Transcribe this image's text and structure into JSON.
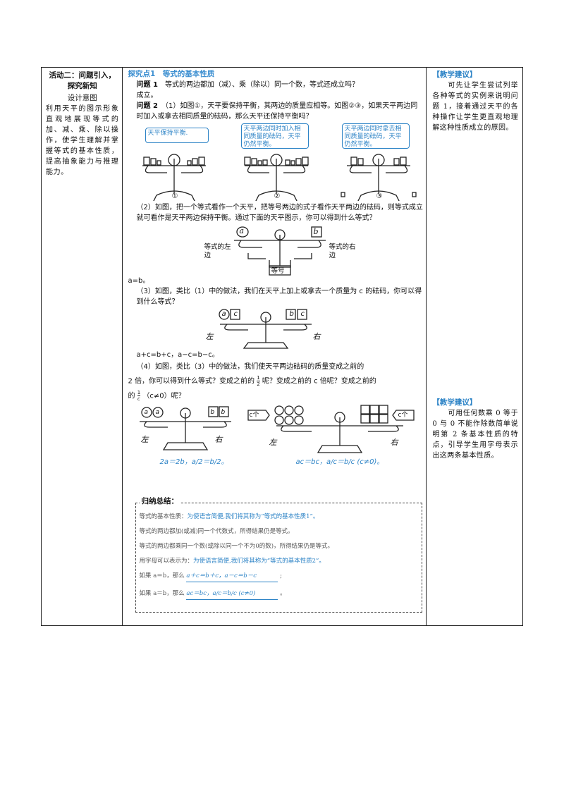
{
  "col1": {
    "heading": "活动二：问题引入，探究新知",
    "subheading": "设计意图",
    "body": "利用天平的图示形象直观地展现等式的加、减、乘、除以操作，使学生理解并掌握等式的基本性质，提高抽象能力与推理能力。"
  },
  "col2": {
    "topic": "探究点1　等式的基本性质",
    "q1_label": "问题 1",
    "q1_text": "等式的两边都加（减）、乘（除以）同一个数，等式还成立吗？",
    "q1_answer": "成立。",
    "q2_label": "问题 2",
    "q2_text": "（1）如图①，天平要保持平衡，其两边的质量应相等。如图②③，如果天平两边同时加入或拿去相同质量的砝码，那么天平还保持平衡吗？",
    "fig1": {
      "bubble1": "天平保持平衡.",
      "bubble2": "天平两边同时加入相同质量的砝码，天平仍然平衡。",
      "bubble3": "天平两边同时拿去相同质量的砝码，天平仍然平衡。",
      "n1": "①",
      "n2": "②",
      "n3": "③"
    },
    "p2": "（2）如图，把一个等式看作一个天平，把等号两边的式子看作天平两边的砝码，则等式成立就可看作是天平两边保持平衡。通过下面的天平图示，你可以得到什么等式？",
    "fig2": {
      "a": "a",
      "b": "b",
      "left": "等式的左边",
      "right": "等式的右边",
      "eq": "等号"
    },
    "ans2": "a=b。",
    "p3": "（3）如图，类比（1）中的做法，我们在天平上加上或拿去一个质量为 c 的砝码，你可以得到什么等式？",
    "fig3": {
      "a": "a",
      "c": "c",
      "b": "b",
      "left": "左",
      "right": "右"
    },
    "ans3": "a+c=b+c，a−c=b−c。",
    "p4a": "（4）如图，类比（3）中的做法，我们使天平两边砝码的质量变成之前的",
    "p4b": "2 倍，你可以得到什么等式？变成之前的",
    "frac_half_num": "1",
    "frac_half_den": "2",
    "p4c": "呢？变成之前的 c 倍呢？变成之前的",
    "p4d": "的",
    "frac_c_num": "1",
    "frac_c_den": "c",
    "p4e": "（c≠0）呢？",
    "fig4": {
      "a": "a",
      "b": "b",
      "left": "左",
      "right": "右",
      "cge": "c个",
      "eq_left": "2a＝2b，a/2＝b/2。",
      "eq_right": "ac＝bc，a/c＝b/c (c≠0)。"
    },
    "summary": {
      "title": "归纳总结：",
      "l1a": "等式的基本性质：",
      "l1b": "为使语言简便,我们将其称为“等式的基本性质1”。",
      "l2": "等式的两边都加(或减)同一个代数式，所得结果仍是等式。",
      "l3": "等式的两边都乘同一个数(或除以同一个不为0的数)，所得结果仍是等式。",
      "l4a": "用字母可以表示为：",
      "l4b": "为使语言简便,我们将其称为“等式的基本性质2”。",
      "l5a": "如果 a＝b，那么",
      "l5b": "a＋c＝b＋c，a－c＝b－c",
      "l6a": "如果 a＝b，那么",
      "l6b": "ac＝bc，a/c＝b/c (c≠0)"
    }
  },
  "col3": {
    "tip1_title": "【教学建议】",
    "tip1_body": "可先让学生尝试列举各种等式的实例来说明问题 1，接着通过天平的各种操作让学生更直观地理解这种性质成立的原因。",
    "tip2_title": "【教学建议】",
    "tip2_body": "可用任何数乘 0 等于 0 与 0 不能作除数简单说明第 2 条基本性质的特点，引导学生用字母表示出这两条基本性质。"
  },
  "colors": {
    "accent_blue": "#2c83c6",
    "border": "#222222"
  }
}
